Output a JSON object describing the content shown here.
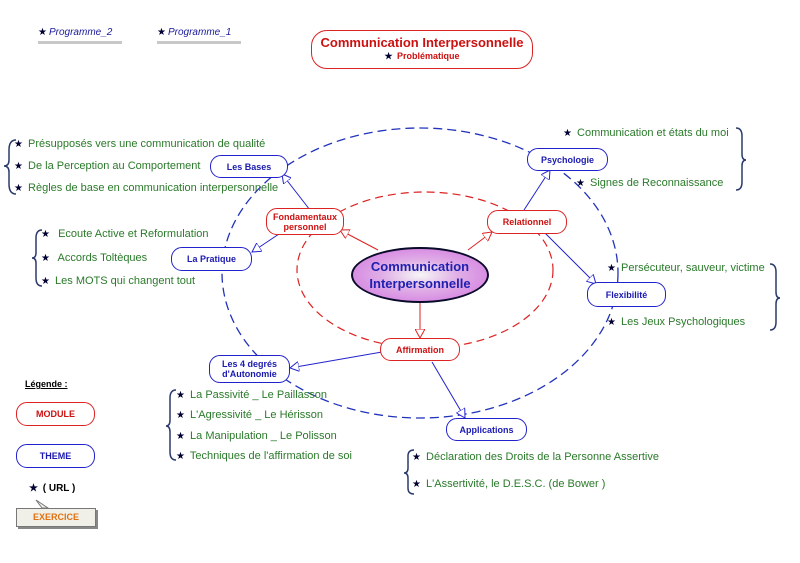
{
  "tabs": [
    {
      "label": "Programme_2"
    },
    {
      "label": "Programme_1"
    }
  ],
  "title": {
    "main": "Communication Interpersonnelle",
    "sub": "Problématique"
  },
  "center": {
    "label": "Communication Interpersonnelle"
  },
  "modules": {
    "fondamentaux": "Fondamentaux personnel",
    "relationnel": "Relationnel",
    "affirmation": "Affirmation"
  },
  "themes": {
    "les_bases": "Les Bases",
    "la_pratique": "La Pratique",
    "psychologie": "Psychologie",
    "flexibilite": "Flexibilité",
    "autonomie": "Les 4 degrés d'Autonomie",
    "applications": "Applications"
  },
  "items": {
    "bases": [
      "Présupposés vers une communication de qualité",
      "De la Perception au Comportement",
      "Règles de base en communication interpersonnelle"
    ],
    "pratique": [
      "Ecoute Active et Reformulation",
      "Accords Toltèques",
      "Les MOTS qui changent tout"
    ],
    "psychologie": [
      "Communication et états du moi",
      "Signes de Reconnaissance"
    ],
    "flexibilite": [
      "Persécuteur, sauveur, victime",
      "Les Jeux Psychologiques"
    ],
    "autonomie": [
      "La Passivité _ Le Paillasson",
      "L'Agressivité _ Le Hérisson",
      "La Manipulation _ Le Polisson",
      "Techniques de l'affirmation de soi"
    ],
    "applications": [
      "Déclaration des Droits de la Personne Assertive",
      "L'Assertivité, le D.E.S.C. (de Bower )"
    ]
  },
  "legend": {
    "title": "Légende :",
    "module": "MODULE",
    "theme": "THEME",
    "url": "( URL )",
    "exercice": "EXERCICE"
  },
  "colors": {
    "module": "#dd2222",
    "theme": "#2222cc",
    "item": "#2a7a2a",
    "exercice": "#e07010"
  }
}
